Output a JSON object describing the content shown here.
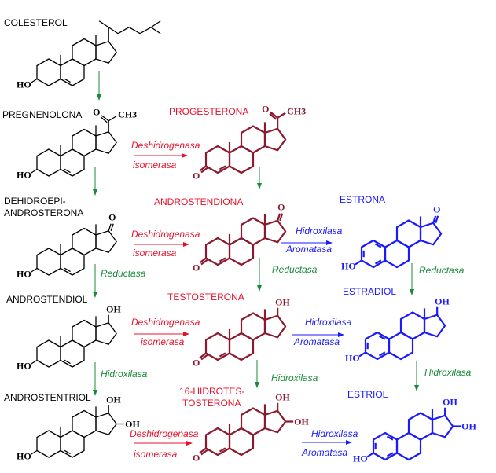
{
  "colors": {
    "black": "#000000",
    "maroon": "#8b1a2e",
    "red": "#e8102a",
    "blue": "#1a1aff",
    "green": "#1a8a3a"
  },
  "molecules": {
    "colesterol": {
      "name": "COLESTEROL",
      "sub": [
        "HO"
      ]
    },
    "pregnenolona": {
      "name": "PREGNENOLONA",
      "sub": [
        "HO",
        "O",
        "CH3"
      ]
    },
    "dhea": {
      "name": "DEHIDROEPI-",
      "name2": "ANDROSTERONA",
      "sub": [
        "HO",
        "O"
      ]
    },
    "androstendiol": {
      "name": "ANDROSTENDIOL",
      "sub": [
        "HO",
        "OH"
      ]
    },
    "androstentriol": {
      "name": "ANDROSTENTRIOL",
      "sub": [
        "HO",
        "OH",
        "OH"
      ]
    },
    "progesterona": {
      "name": "PROGESTERONA",
      "sub": [
        "O",
        "O",
        "CH3"
      ]
    },
    "androstendiona": {
      "name": "ANDROSTENDIONA",
      "sub": [
        "O",
        "O"
      ]
    },
    "testosterona": {
      "name": "TESTOSTERONA",
      "sub": [
        "O",
        "OH"
      ]
    },
    "hidrotestosterona": {
      "name": "16-HIDROTES-",
      "name2": "TOSTERONA",
      "sub": [
        "O",
        "OH",
        "OH"
      ]
    },
    "estrona": {
      "name": "ESTRONA",
      "sub": [
        "HO",
        "O"
      ]
    },
    "estradiol": {
      "name": "ESTRADIOL",
      "sub": [
        "HO",
        "OH"
      ]
    },
    "estriol": {
      "name": "ESTRIOL",
      "sub": [
        "HO",
        "OH",
        "OH"
      ]
    }
  },
  "enzymes": {
    "deshidrogenasa": "Deshidrogenasa",
    "isomerasa": "isomerasa",
    "hidroxilasa": "Hidroxilasa",
    "aromatasa": "Aromatasa",
    "reductasa": "Reductasa"
  }
}
